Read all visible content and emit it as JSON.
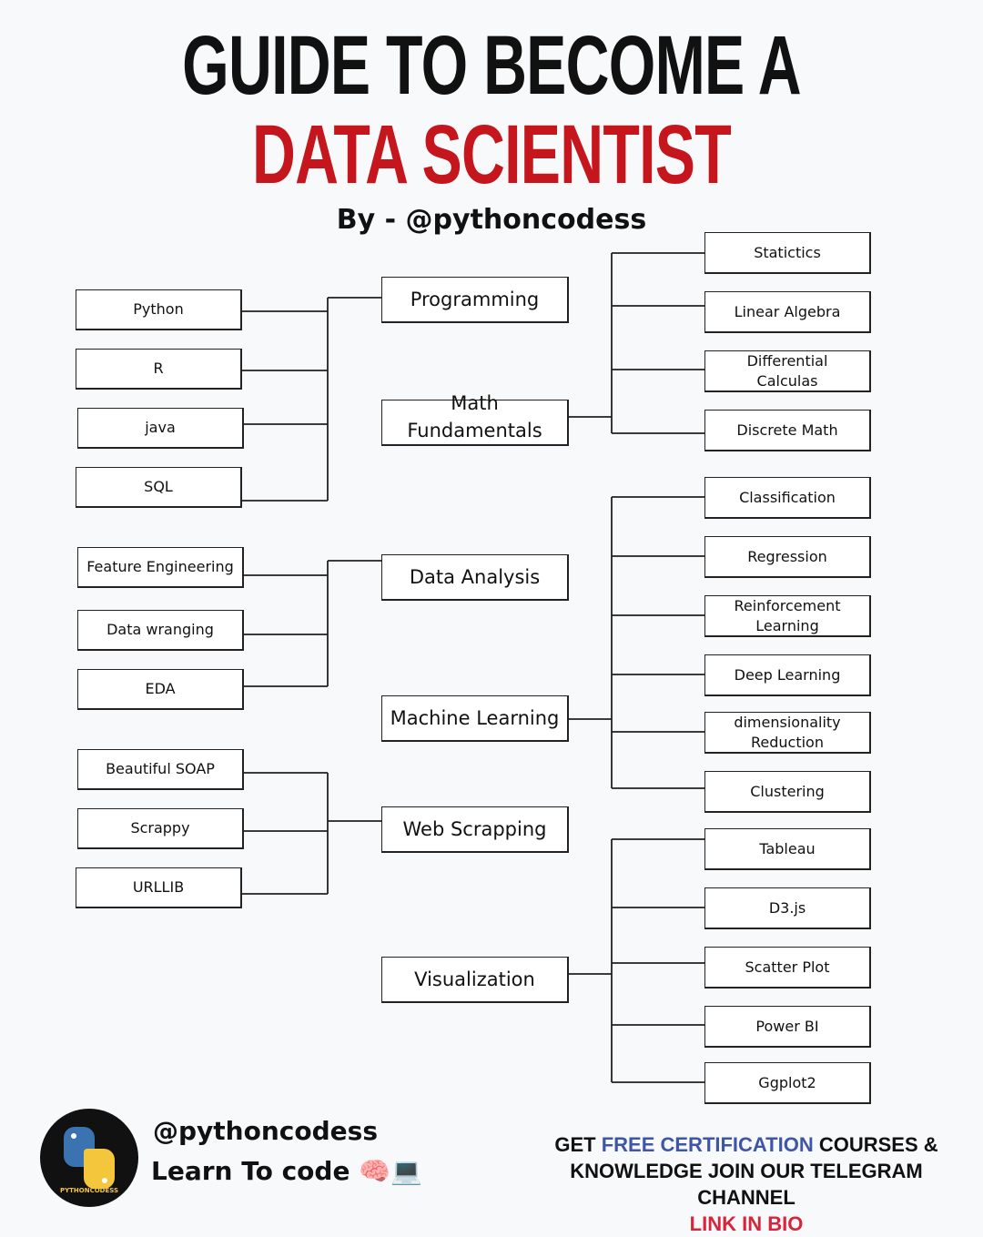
{
  "header": {
    "title_line1": "GUIDE TO BECOME A",
    "title_line2": "DATA SCIENTIST",
    "byline": "By - @pythoncodess"
  },
  "colors": {
    "title_red": "#c4161c",
    "cta_blue": "#3f56a8",
    "cta_red": "#d9243b"
  },
  "roadmap": {
    "left": {
      "python": "Python",
      "r": "R",
      "java": "java",
      "sql": "SQL",
      "feature_engineering": "Feature Engineering",
      "data_wranging": "Data wranging",
      "eda": "EDA",
      "beautiful_soap": "Beautiful SOAP",
      "scrappy": "Scrappy",
      "urllib": "URLLIB"
    },
    "hubs": {
      "programming": "Programming",
      "math_line1": "Math",
      "math_line2": "Fundamentals",
      "data_analysis": "Data Analysis",
      "machine_learning": "Machine Learning",
      "web_scrapping": "Web Scrapping",
      "visualization": "Visualization"
    },
    "right": {
      "statictics": "Statictics",
      "linear_algebra": "Linear Algebra",
      "differential_l1": "Differential",
      "differential_l2": "Calculas",
      "discrete_math": "Discrete Math",
      "classification": "Classification",
      "regression": "Regression",
      "reinforcement_l1": "Reinforcement",
      "reinforcement_l2": "Learning",
      "deep_learning": "Deep Learning",
      "dimensionality_l1": "dimensionality",
      "dimensionality_l2": "Reduction",
      "clustering": "Clustering",
      "tableau": "Tableau",
      "d3js": "D3.js",
      "scatter_plot": "Scatter Plot",
      "power_bi": "Power BI",
      "ggplot2": "Ggplot2"
    }
  },
  "footer": {
    "logo_text": "PYTHONCODESS",
    "handle": "@pythoncodess",
    "tagline": "Learn To code 🧠💻",
    "cta_get": "GET",
    "cta_highlight": "FREE CERTIFICATION",
    "cta_courses": "COURSES &",
    "cta_line2": "KNOWLEDGE JOIN OUR TELEGRAM CHANNEL",
    "cta_line3": "LINK IN BIO"
  }
}
